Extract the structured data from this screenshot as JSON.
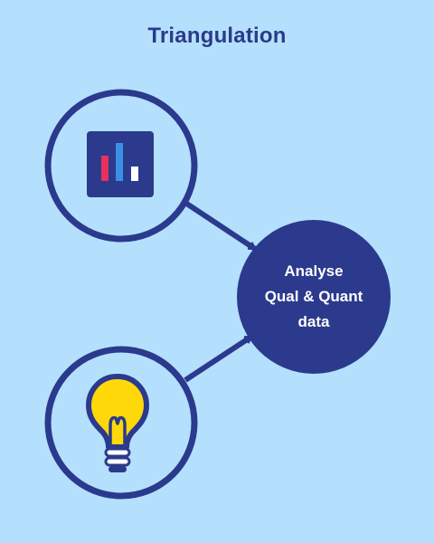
{
  "title": "Triangulation",
  "result": {
    "lines": [
      "Analyse",
      "Qual & Quant",
      "data"
    ]
  },
  "inputs": [
    {
      "icon": "bar-chart-icon"
    },
    {
      "icon": "lightbulb-icon"
    }
  ],
  "colors": {
    "background": "#b4e0fd",
    "primary": "#2b3a8c",
    "bar_red": "#e8315c",
    "bar_blue": "#3b8fe6",
    "bar_white": "#ffffff",
    "bulb_yellow": "#ffd80a"
  }
}
